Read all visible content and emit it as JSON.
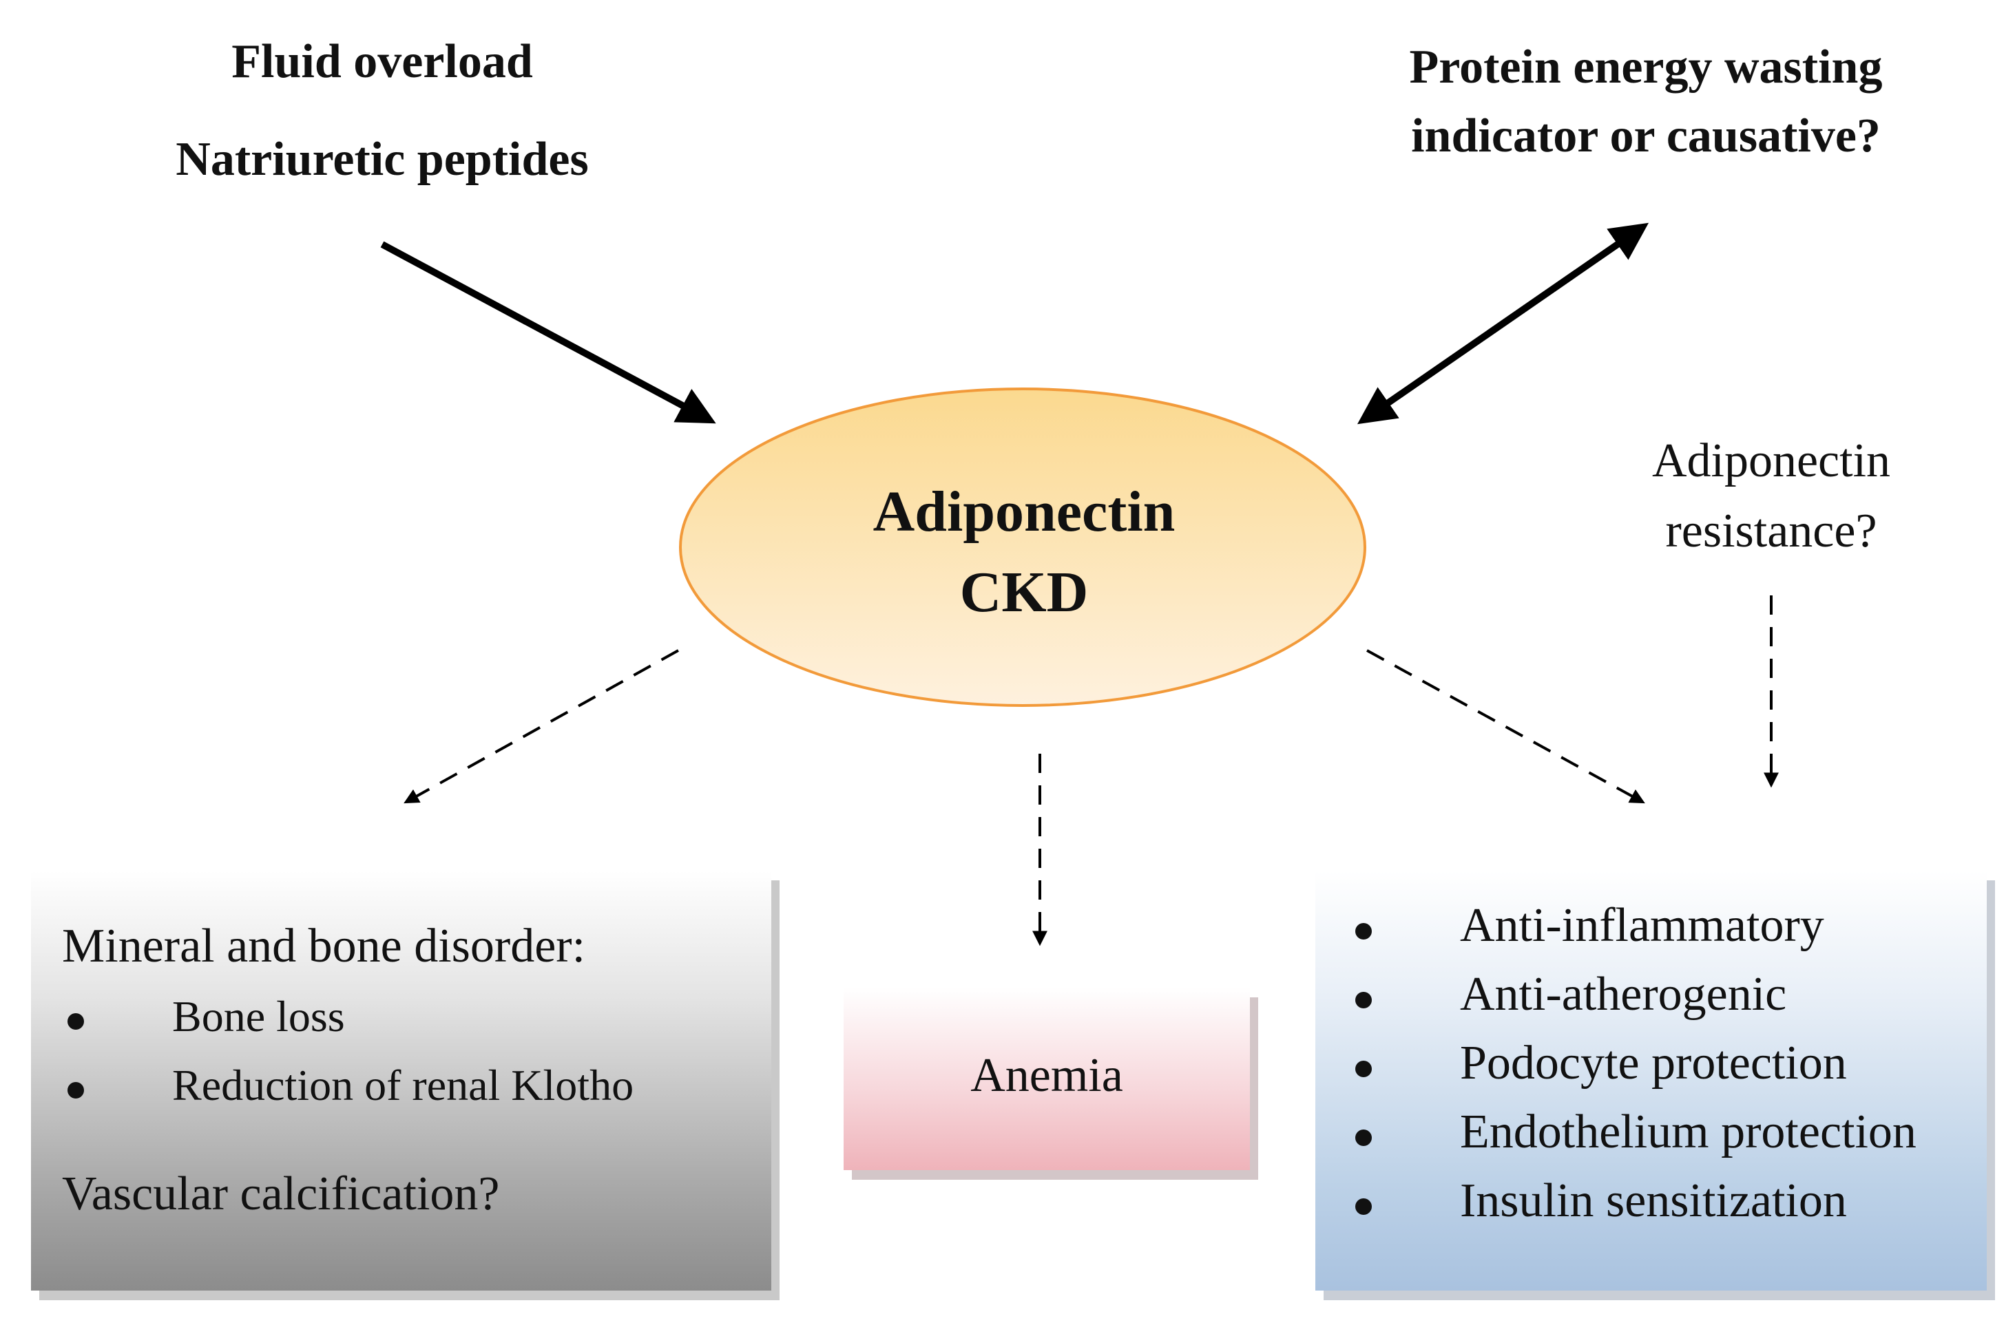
{
  "inputs": {
    "fluid_overload": "Fluid overload",
    "natriuretic_peptides": "Natriuretic peptides",
    "pew_line1": "Protein energy wasting",
    "pew_line2": "indicator or causative?"
  },
  "center": {
    "line1": "Adiponectin",
    "line2": "CKD"
  },
  "resistance": {
    "line1": "Adiponectin",
    "line2": "resistance?"
  },
  "mbd_box": {
    "heading": "Mineral and bone disorder:",
    "items": [
      "Bone loss",
      "Reduction of renal Klotho"
    ],
    "footer": "Vascular calcification?"
  },
  "anemia_box": {
    "label": "Anemia"
  },
  "benefits_box": {
    "items": [
      "Anti-inflammatory",
      "Anti-atherogenic",
      "Podocyte protection",
      "Endothelium protection",
      "Insulin sensitization"
    ]
  },
  "colors": {
    "ellipse_top": "#fbd98f",
    "ellipse_bottom": "#fef0da",
    "ellipse_stroke": "#f29a3a",
    "arrow": "#000000"
  }
}
